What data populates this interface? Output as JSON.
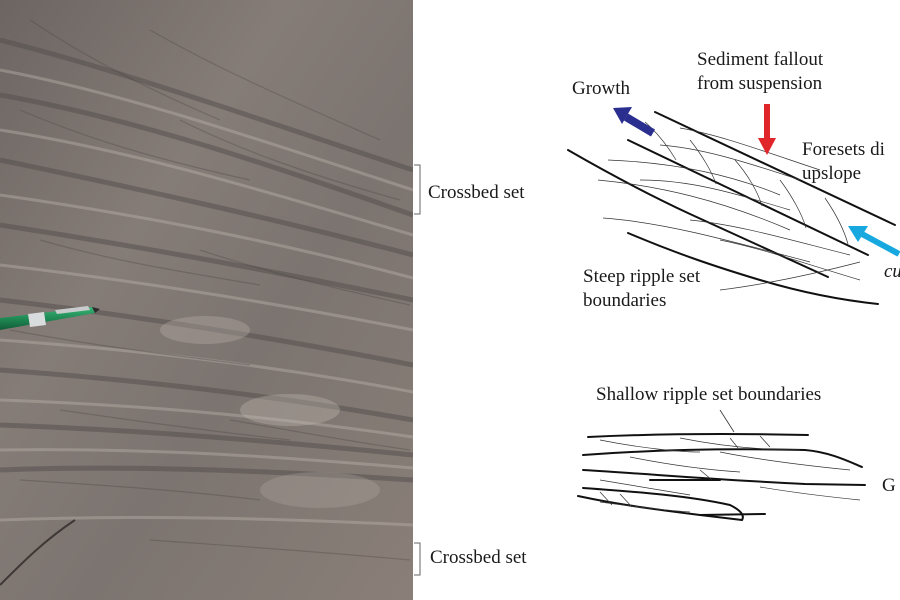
{
  "photo_labels": {
    "upper_set": "Crossbed set",
    "lower_set": "Crossbed set"
  },
  "climbing_diagram": {
    "growth": "Growth",
    "fallout_line1": "Sediment fallout",
    "fallout_line2": "from suspension",
    "foresets_line1": "Foresets di",
    "foresets_line2": "upslope",
    "current_partial": "cu",
    "steep_line1": "Steep ripple set",
    "steep_line2": "boundaries"
  },
  "shallow_diagram": {
    "shallow": "Shallow ripple set boundaries",
    "partial_right": "G"
  },
  "colors": {
    "growth_arrow": "#2a2e8e",
    "fallout_arrow": "#e0262b",
    "current_arrow": "#18a8e0",
    "rock": "#7f7671",
    "pen": "#1f8a54"
  }
}
